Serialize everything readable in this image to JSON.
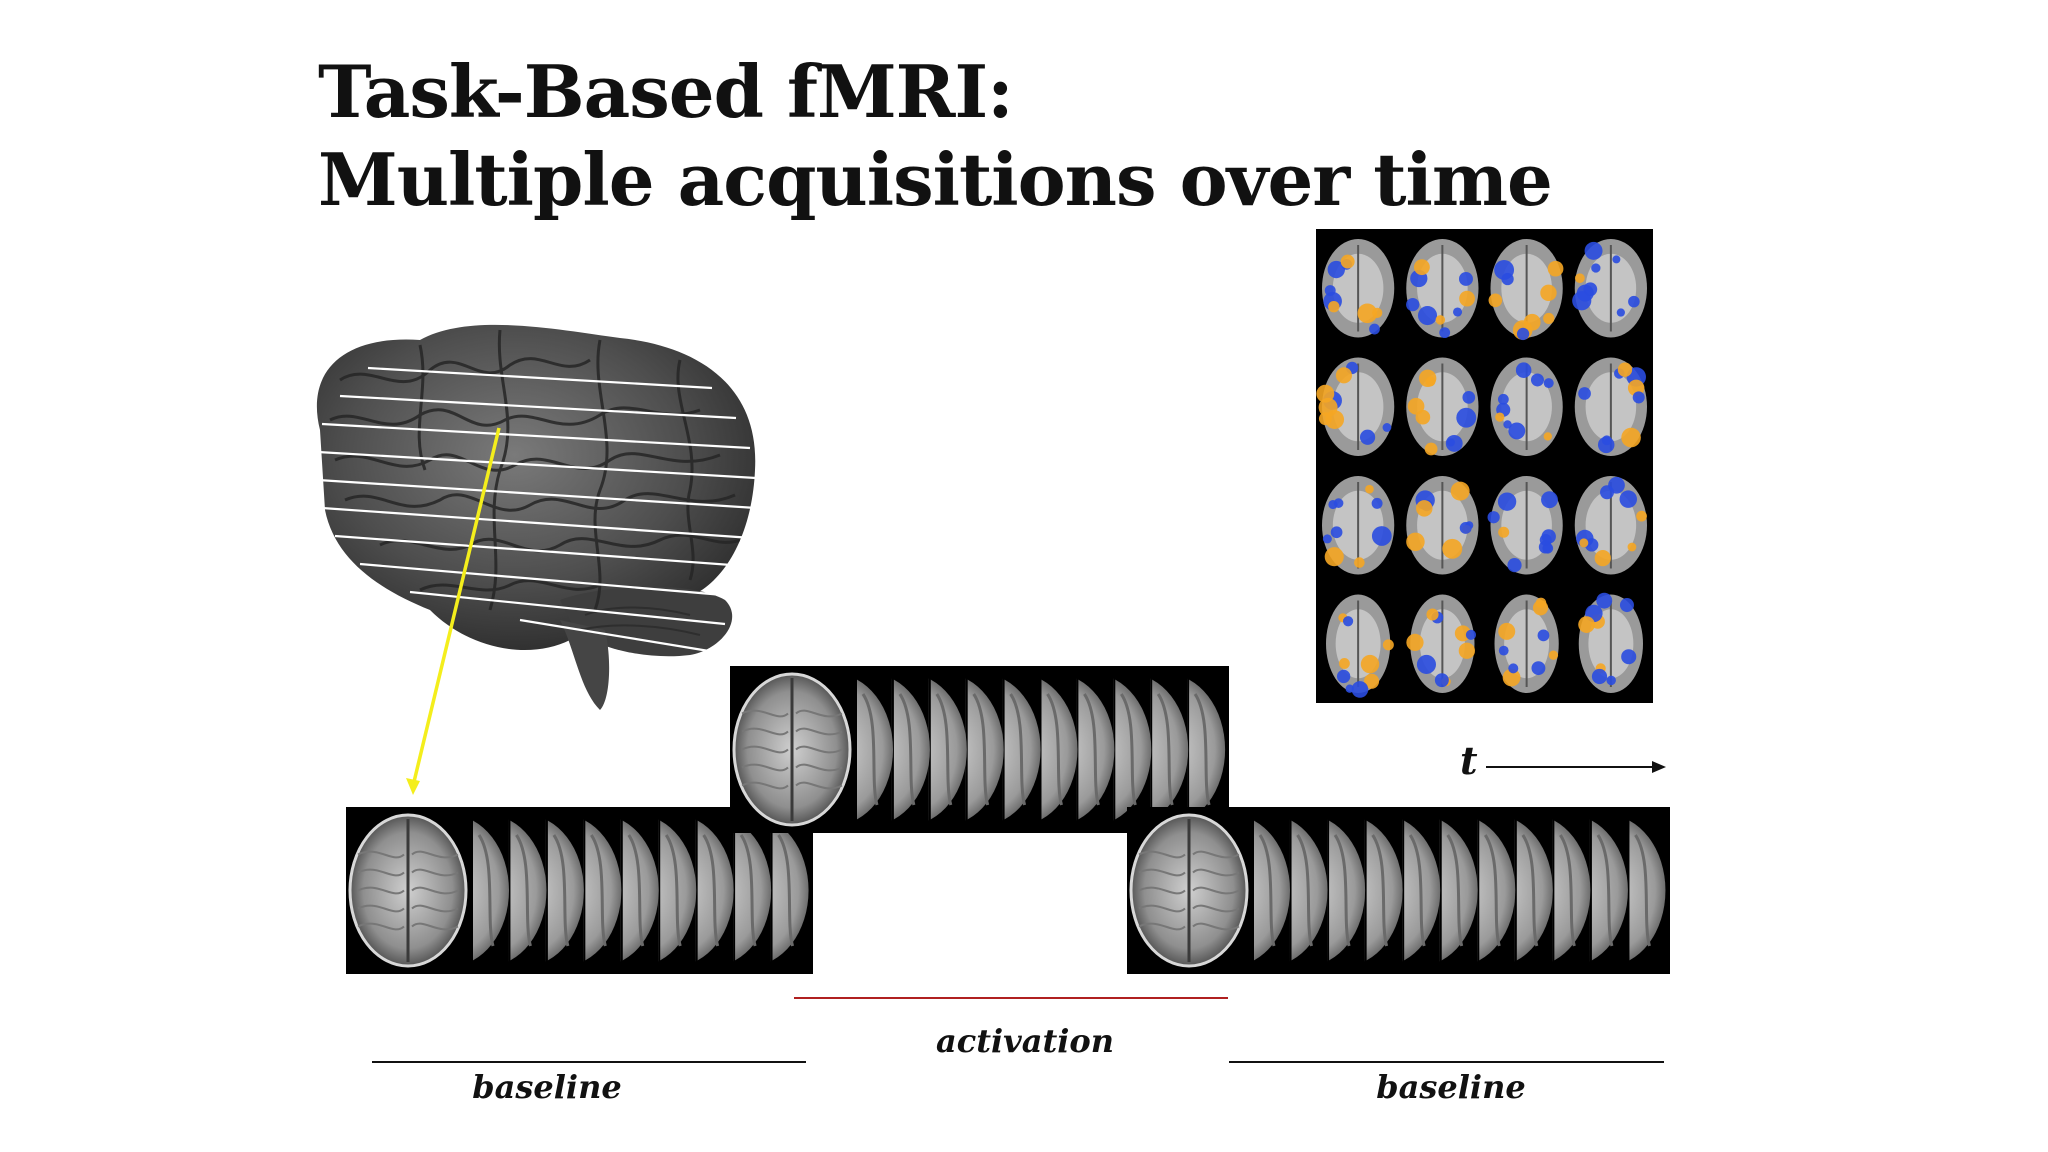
{
  "slide": {
    "title_line1": "Task-Based fMRI:",
    "title_line2": "Multiple acquisitions over time",
    "time_axis_label": "t",
    "periods": [
      {
        "label": "baseline",
        "line_color": "#111111"
      },
      {
        "label": "activation",
        "line_color": "#b02020"
      },
      {
        "label": "baseline",
        "line_color": "#111111"
      }
    ],
    "colors": {
      "brain": "#4a4a4a",
      "scan_background": "#000000",
      "slice_line": "#ffffff",
      "pointer_arrow": "#f4ee1c",
      "activation_warm": "#f5a623",
      "activation_cool": "#2a4de0"
    },
    "activation_map_grid": {
      "rows": 4,
      "cols": 4
    }
  }
}
